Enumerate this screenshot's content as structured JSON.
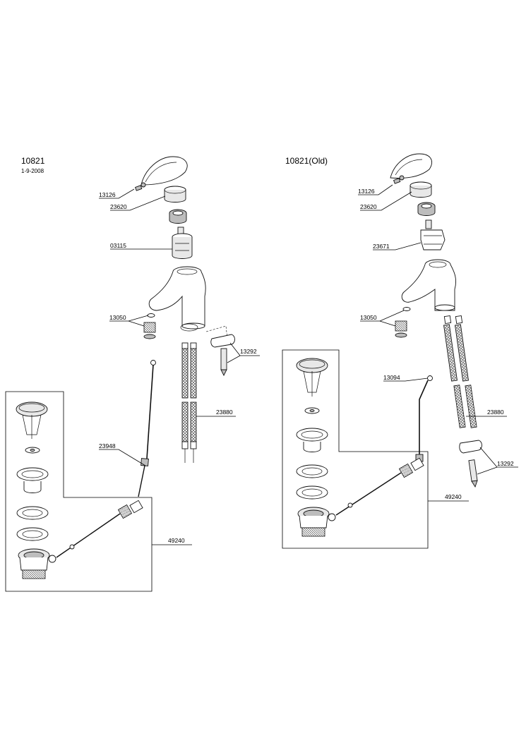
{
  "left_assembly": {
    "title": "10821",
    "date": "1-9-2008",
    "labels": {
      "handle_screw": "13126",
      "cap": "23620",
      "cartridge": "03115",
      "aerator": "13050",
      "mounting_kit": "13292",
      "hoses": "23880",
      "lift_rod": "23948",
      "waste_set": "49240"
    }
  },
  "right_assembly": {
    "title": "10821(Old)",
    "labels": {
      "handle_screw": "13126",
      "cap": "23620",
      "cartridge": "23671",
      "aerator": "13050",
      "lift_rod": "13094",
      "hoses": "23880",
      "mounting_kit": "13292",
      "waste_set": "49240"
    }
  }
}
